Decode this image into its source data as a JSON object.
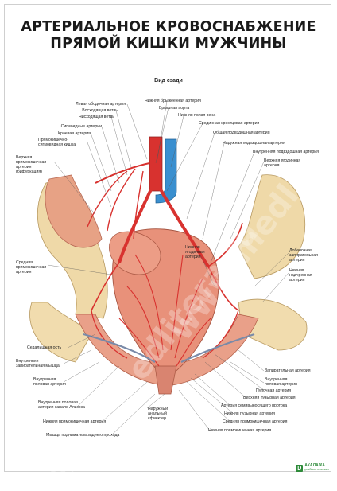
{
  "title_lines": [
    "АРТЕРИАЛЬНОЕ КРОВОСНАБЖЕНИЕ",
    "ПРЯМОЙ КИШКИ МУЖЧИНЫ"
  ],
  "subtitle": "Вид сзади",
  "watermark": "www.medlitera.ru",
  "labels": {
    "left_colic": "Левая ободочная артерия",
    "ascending": "Восходящая ветвь",
    "descending": "Нисходящая ветвь",
    "sigmoid": "Сигмоидные артерии",
    "marginal": "Краевая артерия",
    "rectosigmoid_1": "Прямокишечно-",
    "rectosigmoid_2": "сигмовидная кишка",
    "sup_rectal_1": "Верхняя",
    "sup_rectal_2": "прямокишечная",
    "sup_rectal_3": "артерия",
    "sup_rectal_4": "(бифуркация)",
    "imv_artery": "Нижняя брыжеечная артерия",
    "aorta": "Брюшная аорта",
    "ivc": "Нижняя полая вена",
    "median_sacral": "Срединная крестцовая артерия",
    "common_iliac": "Общая подвздошная артерия",
    "ext_iliac": "Наружная подвздошная артерия",
    "int_iliac": "Внутренняя подвздошная артерия",
    "sup_gluteal_1": "Верхняя ягодичная",
    "sup_gluteal_2": "артерия",
    "inf_gluteal_1": "Нижняя",
    "inf_gluteal_2": "ягодичная",
    "inf_gluteal_3": "артерия",
    "mid_rectal_1": "Средняя",
    "mid_rectal_2": "прямокишечная",
    "mid_rectal_3": "артерия",
    "acc_obturator_1": "Добавочная",
    "acc_obturator_2": "запирательная",
    "acc_obturator_3": "артерия",
    "inf_epigastric_1": "Нижняя",
    "inf_epigastric_2": "надчревная",
    "inf_epigastric_3": "артерия",
    "ischial_spine": "Седалищная ость",
    "int_obt_fossa_1": "Внутренняя",
    "int_obt_fossa_2": "запирательная мышца",
    "int_pudendal_1": "Внутренняя",
    "int_pudendal_2": "половая артерия",
    "pud_canal_1": "Внутренняя половая",
    "pud_canal_2": "артерия канале Алькока",
    "inf_rectal": "Нижняя прямокишечная артерия",
    "levator": "Мышца подниматель заднего прохода",
    "ext_sphincter_1": "Наружный",
    "ext_sphincter_2": "анальный",
    "ext_sphincter_3": "сфинктер",
    "obturator": "Запирательная артерия",
    "int_pudendal_r_1": "Внутренняя",
    "int_pudendal_r_2": "половая артерия",
    "umbilical": "Пупочная артерия",
    "sup_vesical": "Верхняя пузырная артерия",
    "vas_deferens": "Артерия семявыносящего протока",
    "inf_vesical": "Нижняя пузырная артерия",
    "mid_rectal_r": "Средняя прямокишечная артерия",
    "inf_rectal_r": "Нижняя прямокишечная артерия"
  },
  "logo": {
    "mark": "D",
    "line1": "АКАЛАЖА",
    "line2": "учебные плакаты"
  },
  "colors": {
    "artery": "#d8322f",
    "vein": "#3a8fcf",
    "bone": "#efd9a8",
    "tissue": "#e9a089",
    "frame": "#cfcfcf"
  }
}
